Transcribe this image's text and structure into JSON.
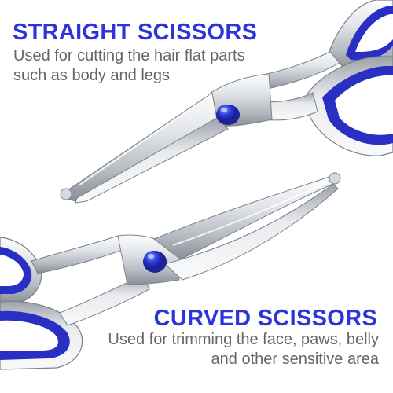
{
  "straight": {
    "title": "STRAIGHT SCISSORS",
    "description_lines": [
      "Used for cutting the hair flat parts",
      "such as body and legs"
    ]
  },
  "curved": {
    "title": "CURVED SCISSORS",
    "description_lines": [
      "Used for trimming the face, paws, belly",
      "and other sensitive area"
    ]
  },
  "colors": {
    "heading": "#2b35d9",
    "text": "#666666",
    "accent_blue": "#2a2fc4",
    "steel_light": "#f2f3f5",
    "steel_mid": "#c3c7cd",
    "steel_dark": "#6f747c"
  },
  "images": {
    "straight_scissors": "straight-scissors-illustration",
    "curved_scissors": "curved-scissors-illustration"
  }
}
